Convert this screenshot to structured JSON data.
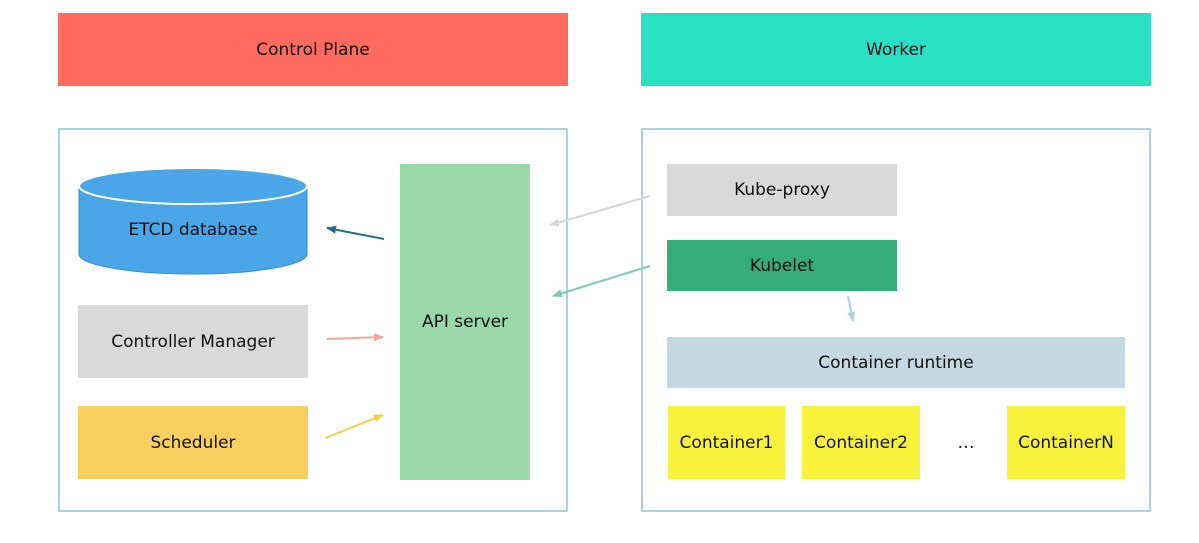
{
  "control_plane": {
    "header": "Control Plane",
    "etcd": "ETCD database",
    "controller_manager": "Controller Manager",
    "scheduler": "Scheduler",
    "api_server": "API server"
  },
  "worker": {
    "header": "Worker",
    "kube_proxy": "Kube-proxy",
    "kubelet": "Kubelet",
    "container_runtime": "Container runtime",
    "containers": [
      "Container1",
      "Container2",
      "…",
      "ContainerN"
    ]
  },
  "colors": {
    "control_plane_header": "#ff6b5e",
    "worker_header": "#2ae0c4",
    "etcd": "#4aa6e6",
    "controller_manager": "#d9d9d9",
    "scheduler": "#f7cf60",
    "api_server": "#9ad8aa",
    "kube_proxy": "#d9d9d9",
    "kubelet": "#34ad7b",
    "container_runtime": "#c4d8e1",
    "container": "#f9f23c",
    "frame_border": "#a9d4de"
  }
}
